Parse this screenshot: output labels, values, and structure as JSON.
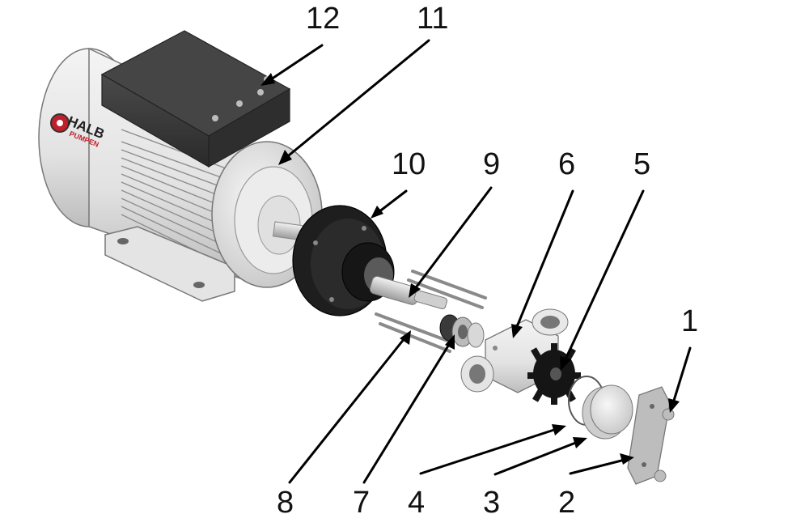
{
  "diagram": {
    "callouts": [
      "1",
      "2",
      "3",
      "4",
      "5",
      "6",
      "7",
      "8",
      "9",
      "10",
      "11",
      "12"
    ],
    "logo": {
      "line1": "HALB",
      "line2": "PUMPEN"
    }
  },
  "colors": {
    "metal_light": "#ebebeb",
    "metal_mid": "#c8c8c8",
    "metal_dark": "#8a8a8a",
    "black_part": "#1c1c1c",
    "terminal_box": "#3c3c3c",
    "logo_red": "#c0202a"
  }
}
